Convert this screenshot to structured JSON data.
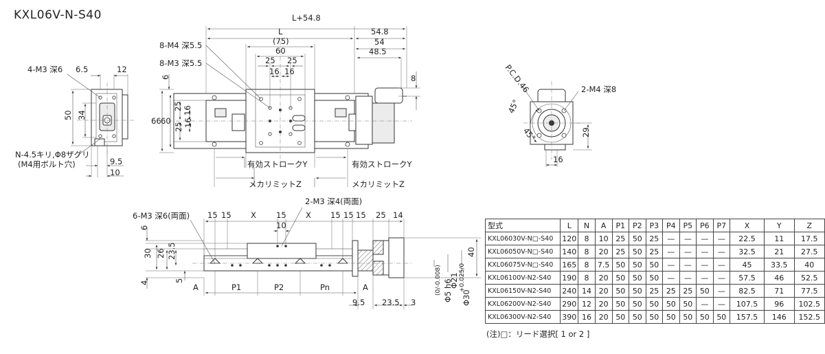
{
  "title": "KXL06V-N-S40",
  "left_view": {
    "labels": [
      "4-M3 深6",
      "6.5",
      "12",
      "50",
      "34",
      "N-4.5キリ,Φ8ザグリ",
      "(M4用ボルト穴)",
      "9.5",
      "10"
    ]
  },
  "top_view": {
    "labels": [
      "L+54.8",
      "L",
      "54.8",
      "(75)",
      "54",
      "60",
      "48.5",
      "8-M4 深5.5",
      "8-M3 深5.5",
      "25",
      "25",
      "16",
      "16",
      "8",
      "6",
      "66",
      "60",
      "25",
      "16",
      "16",
      "25",
      "有効ストロークY",
      "有効ストロークY",
      "メカリミットZ",
      "メカリミットZ"
    ]
  },
  "right_view": {
    "labels": [
      "P.C.D.46",
      "2-M4 深8",
      "45°",
      "45°",
      "29",
      "16"
    ]
  },
  "front_view": {
    "labels": [
      "6-M3 深6(両面)",
      "2-M3 深4(両面)",
      "15",
      "15",
      "X",
      "15",
      "X",
      "15",
      "15",
      "15",
      "25",
      "14",
      "10",
      "6",
      "30",
      "26",
      "23.5",
      "5",
      "4",
      "A",
      "P1",
      "P2",
      "Pn",
      "A",
      "9.5",
      "23.5",
      "3",
      "40",
      "Φ5 h6",
      "(0/-0.008)",
      "Φ21",
      "Φ30",
      "+0.025/0"
    ]
  },
  "table": {
    "headers": [
      "型式",
      "L",
      "N",
      "A",
      "P1",
      "P2",
      "P3",
      "P4",
      "P5",
      "P6",
      "P7",
      "X",
      "Y",
      "Z"
    ],
    "rows": [
      [
        "KXL06030V-N□-S40",
        "120",
        "8",
        "10",
        "25",
        "50",
        "25",
        "—",
        "—",
        "—",
        "—",
        "22.5",
        "11",
        "17.5"
      ],
      [
        "KXL06050V-N□-S40",
        "140",
        "8",
        "20",
        "25",
        "50",
        "25",
        "—",
        "—",
        "—",
        "—",
        "32.5",
        "21",
        "27.5"
      ],
      [
        "KXL06075V-N□-S40",
        "165",
        "8",
        "7.5",
        "50",
        "50",
        "50",
        "—",
        "—",
        "—",
        "—",
        "45",
        "33.5",
        "40"
      ],
      [
        "KXL06100V-N2-S40",
        "190",
        "8",
        "20",
        "50",
        "50",
        "50",
        "—",
        "—",
        "—",
        "—",
        "57.5",
        "46",
        "52.5"
      ],
      [
        "KXL06150V-N2-S40",
        "240",
        "14",
        "20",
        "50",
        "50",
        "25",
        "25",
        "25",
        "50",
        "—",
        "82.5",
        "71",
        "77.5"
      ],
      [
        "KXL06200V-N2-S40",
        "290",
        "12",
        "20",
        "50",
        "50",
        "50",
        "50",
        "50",
        "—",
        "—",
        "107.5",
        "96",
        "102.5"
      ],
      [
        "KXL06300V-N2-S40",
        "390",
        "16",
        "20",
        "50",
        "50",
        "50",
        "50",
        "50",
        "50",
        "50",
        "157.5",
        "146",
        "152.5"
      ]
    ],
    "note": "(注)□：リード選択[ 1 or 2 ]"
  }
}
